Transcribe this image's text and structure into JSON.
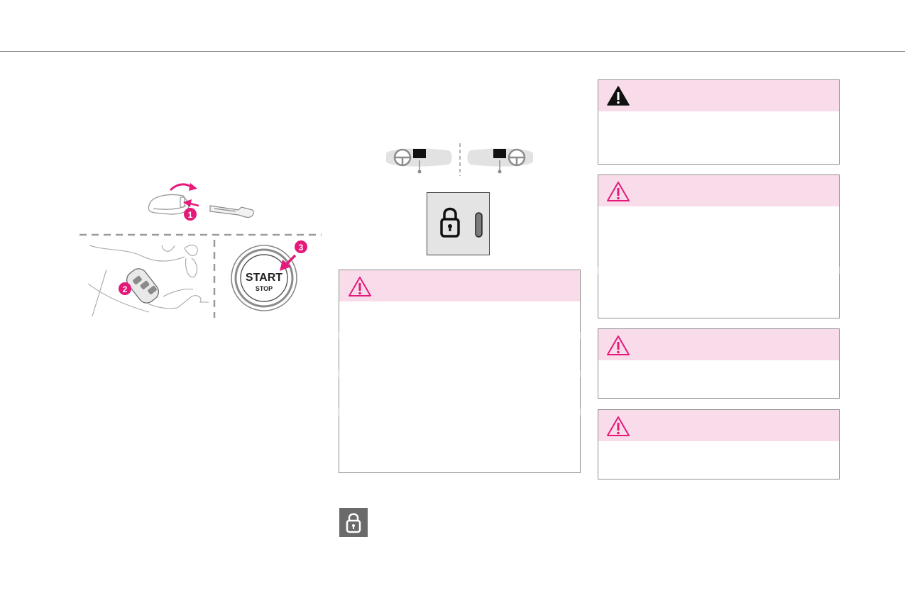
{
  "page": {
    "divider": true
  },
  "colors": {
    "accent_magenta": "#e5197a",
    "warning_header_bg": "#f8dcea",
    "box_border": "#8e8e8e",
    "lock_panel_bg": "#e4e4e4",
    "lock_chip_bg": "#6a6a6a"
  },
  "figure_left": {
    "button_label_main": "START",
    "button_label_sub": "STOP",
    "callouts": [
      "1",
      "2",
      "3"
    ]
  },
  "figure_middle": {
    "lhd_icon": "steering-wheel-left-icon",
    "rhd_icon": "steering-wheel-right-icon",
    "lock_icon": "padlock-icon"
  },
  "warning_boxes": [
    {
      "icon": "danger-triangle-filled-icon"
    },
    {
      "icon": "warning-triangle-outline-icon"
    },
    {
      "icon": "warning-triangle-outline-icon"
    },
    {
      "icon": "warning-triangle-outline-icon"
    },
    {
      "icon": "warning-triangle-outline-icon"
    }
  ]
}
